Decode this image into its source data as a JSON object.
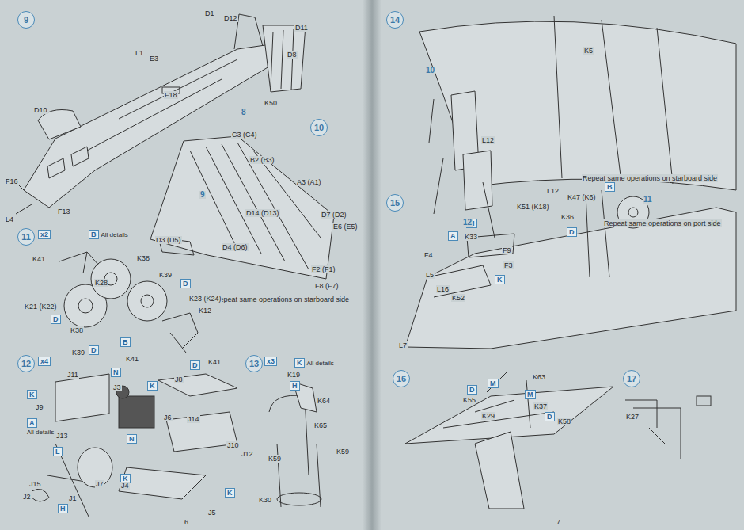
{
  "diagram": {
    "nodes": [
      {
        "text": [
          "9"
        ]
      },
      {
        "text": [
          "10"
        ]
      },
      {
        "text": [
          "11"
        ]
      },
      {
        "text": [
          "x2"
        ]
      },
      {
        "text": [
          "B",
          "All details"
        ]
      },
      {
        "text": [
          "D"
        ]
      },
      {
        "text": [
          "D"
        ]
      },
      {
        "text": [
          "B"
        ]
      },
      {
        "text": [
          "D"
        ]
      },
      {
        "text": [
          "D"
        ]
      },
      {
        "text": [
          "12"
        ]
      },
      {
        "text": [
          "x4"
        ]
      },
      {
        "text": [
          "N"
        ]
      },
      {
        "text": [
          "K"
        ]
      },
      {
        "text": [
          "K"
        ]
      },
      {
        "text": [
          "A",
          "All details"
        ]
      },
      {
        "text": [
          "N"
        ]
      },
      {
        "text": [
          "L"
        ]
      },
      {
        "text": [
          "K"
        ]
      },
      {
        "text": [
          "K"
        ]
      },
      {
        "text": [
          "H"
        ]
      },
      {
        "text": [
          "13"
        ]
      },
      {
        "text": [
          "x3"
        ]
      },
      {
        "text": [
          "K",
          "All details"
        ]
      },
      {
        "text": [
          "H"
        ]
      },
      {
        "text": [
          "14"
        ]
      },
      {
        "text": [
          "15"
        ]
      },
      {
        "text": [
          "B"
        ]
      },
      {
        "text": [
          "M"
        ]
      },
      {
        "text": [
          "D"
        ]
      },
      {
        "text": [
          "A"
        ]
      },
      {
        "text": [
          "K"
        ]
      },
      {
        "text": [
          "16"
        ]
      },
      {
        "text": [
          "D"
        ]
      },
      {
        "text": [
          "M"
        ]
      },
      {
        "text": [
          "M"
        ]
      },
      {
        "text": [
          "D"
        ]
      },
      {
        "text": [
          "17"
        ]
      }
    ],
    "labels": [
      "D1",
      "D12",
      "D11",
      "L1",
      "E3",
      "D8",
      "F18",
      "K50",
      "8",
      "D10",
      "F16",
      "L4",
      "F13",
      "C3 (C4)",
      "B2 (B3)",
      "A3 (A1)",
      "9",
      "D14 (D13)",
      "D7 (D2)",
      "E6 (E5)",
      "D3 (D5)",
      "D4 (D6)",
      "F2 (F1)",
      "F8 (F7)",
      "Repeat same operations on starboard side",
      "K41",
      "K38",
      "K39",
      "K28",
      "K21 (K22)",
      "K38",
      "K23 (K24)",
      "K12",
      "K39",
      "K41",
      "K41",
      "J11",
      "J3",
      "J8",
      "J9",
      "J13",
      "J6",
      "J14",
      "J10",
      "J12",
      "J7",
      "J15",
      "J2",
      "J1",
      "J4",
      "J5",
      "6",
      "K19",
      "K64",
      "K65",
      "K59",
      "K59",
      "K30",
      "K5",
      "10",
      "L12",
      "L12",
      "Repeat same operations on starboard side",
      "12",
      "K47 (K6)",
      "K51 (K18)",
      "11",
      "Repeat same operations on port side",
      "K36",
      "K33",
      "F9",
      "F4",
      "F3",
      "L5",
      "L16",
      "K52",
      "L7",
      "K63",
      "K55",
      "K37",
      "K29",
      "K58",
      "7",
      "K27"
    ]
  }
}
